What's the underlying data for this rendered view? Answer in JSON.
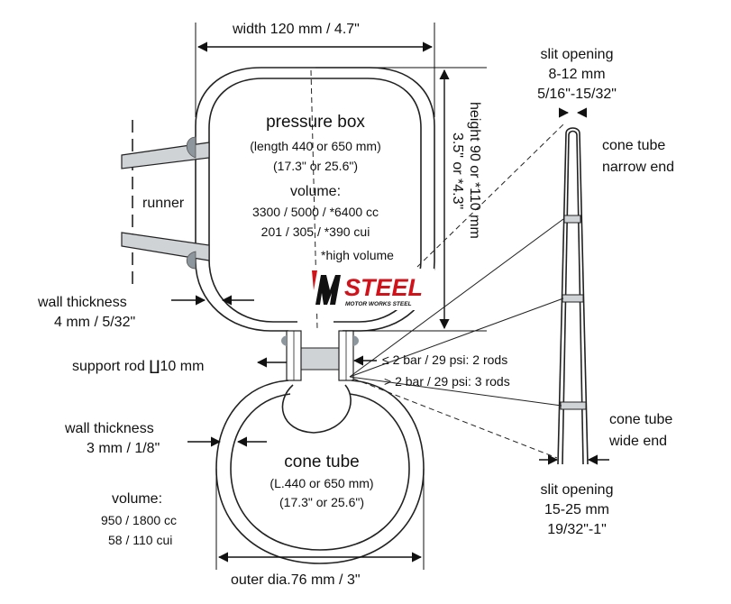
{
  "labels": {
    "width": "width 120 mm / 4.7\"",
    "height_line1": "height 90 or *110 mm",
    "height_line2": "3.5\" or *4.3\"",
    "pressure_box_title": "pressure box",
    "pressure_box_length": "(length 440 or 650 mm)",
    "pressure_box_length_in": "(17.3\" or 25.6\")",
    "pressure_box_volume_title": "volume:",
    "pressure_box_volume_cc": "3300 / 5000 / *6400 cc",
    "pressure_box_volume_cui": "201 / 305 / *390 cui",
    "high_volume_note": "*high volume",
    "runner": "runner",
    "wall_thickness_top_1": "wall thickness",
    "wall_thickness_top_2": "4 mm / 5/32\"",
    "support_rod": "support rod ∐10 mm",
    "rods_low": "≤ 2 bar / 29 psi: 2 rods",
    "rods_high": "> 2 bar / 29 psi: 3 rods",
    "wall_thickness_bottom_1": "wall thickness",
    "wall_thickness_bottom_2": "3 mm / 1/8\"",
    "cone_tube_title": "cone tube",
    "cone_tube_length": "(L.440 or 650 mm)",
    "cone_tube_length_in": "(17.3\" or 25.6\")",
    "cone_volume_title": "volume:",
    "cone_volume_cc": "950 / 1800 cc",
    "cone_volume_cui": "58 / 110 cui",
    "outer_dia": "outer dia.76 mm / 3\"",
    "slit_top_1": "slit opening",
    "slit_top_2": "8-12 mm",
    "slit_top_3": "5/16\"-15/32\"",
    "cone_narrow_1": "cone tube",
    "cone_narrow_2": "narrow end",
    "cone_wide_1": "cone tube",
    "cone_wide_2": "wide end",
    "slit_bottom_1": "slit opening",
    "slit_bottom_2": "15-25 mm",
    "slit_bottom_3": "19/32\"-1\""
  },
  "logo": {
    "brand": "STEEL",
    "tagline": "MOTOR WORKS STEEL",
    "brand_color": "#d0121b",
    "mark_color": "#111111"
  },
  "colors": {
    "line": "#222222",
    "rod_fill": "#cfd3d6",
    "bolt_fill": "#8d969c"
  }
}
